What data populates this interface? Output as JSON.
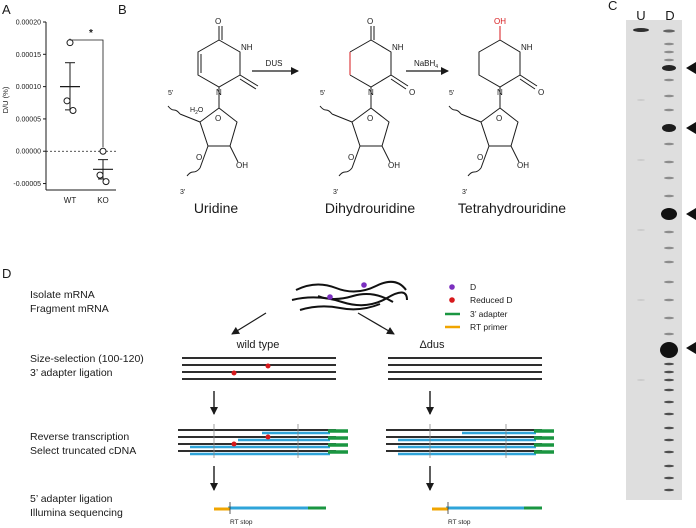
{
  "panels": {
    "A": "A",
    "B": "B",
    "C": "C",
    "D": "D"
  },
  "panel_a": {
    "ylabel": "D/U (%)",
    "yticks": [
      "0.00020",
      "0.00015",
      "0.00010",
      "0.00005",
      "0.00000",
      "-0.00005"
    ],
    "xticks": [
      "WT",
      "KO"
    ],
    "significance": "*"
  },
  "chart_data": {
    "type": "scatter",
    "title": "",
    "xlabel": "",
    "ylabel": "D/U (%)",
    "categories": [
      "WT",
      "KO"
    ],
    "ylim": [
      -6e-05,
      0.0002
    ],
    "series": [
      {
        "category": "WT",
        "points": [
          0.000168,
          7.8e-05,
          6.3e-05
        ],
        "mean": 0.0001,
        "sem_upper": 0.000137,
        "sem_lower": 6.4e-05
      },
      {
        "category": "KO",
        "points": [
          0.0,
          -3.7e-05,
          -4.7e-05
        ],
        "mean": -2.8e-05,
        "sem_upper": -1.3e-05,
        "sem_lower": -4.3e-05
      }
    ],
    "annotations": [
      "*"
    ],
    "reference_line": 0
  },
  "panel_b": {
    "labels": {
      "uridine": "Uridine",
      "dihydrouridine": "Dihydrouridine",
      "tetrahydrouridine": "Tetrahydrouridine"
    },
    "arrows": {
      "dus": "DUS",
      "nabh4": "NaBH",
      "nabh4_sub": "4"
    },
    "atoms": {
      "O": "O",
      "N": "N",
      "NH": "NH",
      "OH": "OH",
      "H2O_h": "H",
      "H2O_sub": "2",
      "H2O_o": "O",
      "five": "5’",
      "three": "3’"
    }
  },
  "panel_c": {
    "lanes": [
      "U",
      "D"
    ]
  },
  "panel_d": {
    "steps": [
      [
        "Isolate mRNA",
        "Fragment mRNA"
      ],
      [
        "Size-selection (100-120)",
        "3’ adapter ligation"
      ],
      [
        "Reverse transcription",
        "Select truncated cDNA"
      ],
      [
        "5’ adapter ligation",
        "Illumina sequencing"
      ]
    ],
    "legend": [
      "D",
      "Reduced D",
      "3’ adapter",
      "RT primer"
    ],
    "legend_colors": [
      "#7b2fbf",
      "#d7191c",
      "#1a9641",
      "#f0a500"
    ],
    "condition_labels": [
      "wild type",
      "Δdus"
    ],
    "rt_stop": "RT stop"
  }
}
